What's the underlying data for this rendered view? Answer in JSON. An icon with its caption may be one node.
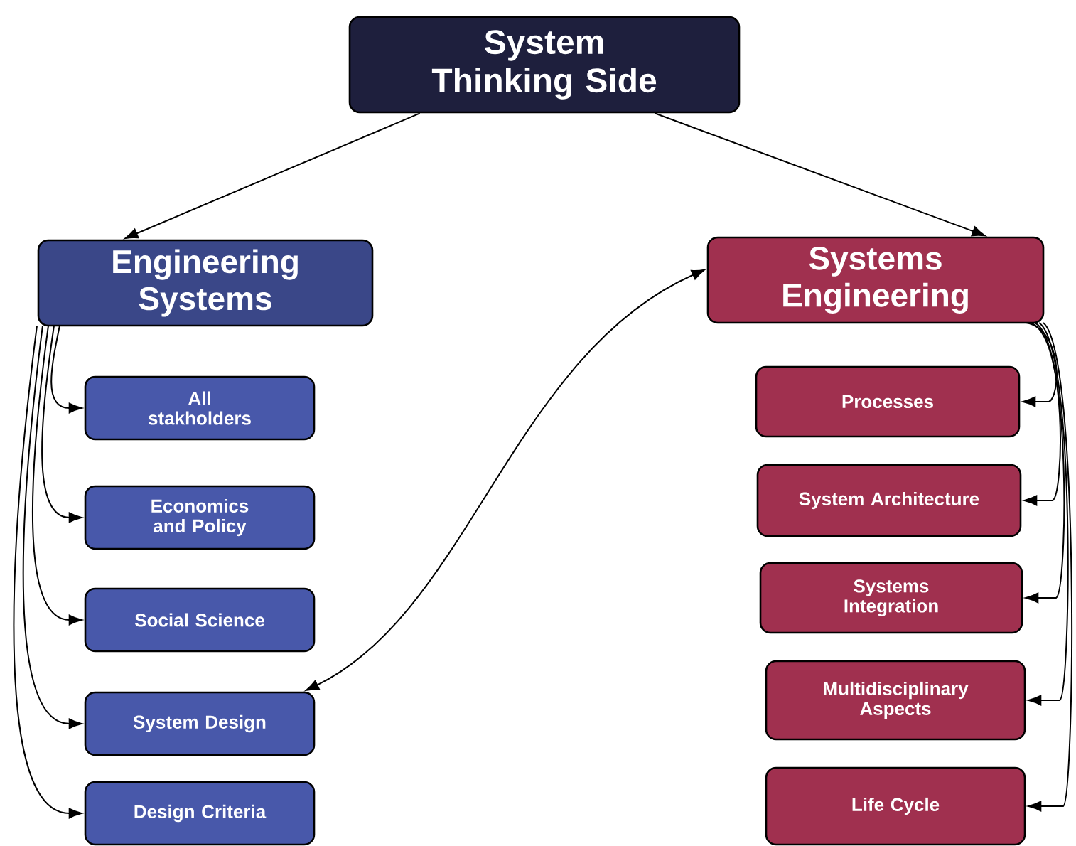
{
  "diagram": {
    "nodes": [
      {
        "text": [
          "System Thinking Side"
        ]
      },
      {
        "text": [
          "Engineering Systems"
        ]
      },
      {
        "text": [
          "Systems Engineering"
        ]
      },
      {
        "text": [
          "All stakholders"
        ]
      },
      {
        "text": [
          "Economics and Policy"
        ]
      },
      {
        "text": [
          "Social Science"
        ]
      },
      {
        "text": [
          "System Design"
        ]
      },
      {
        "text": [
          "Design Criteria"
        ]
      },
      {
        "text": [
          "Processes"
        ]
      },
      {
        "text": [
          "System Architecture"
        ]
      },
      {
        "text": [
          "Systems Integration"
        ]
      },
      {
        "text": [
          "Multidisciplinary Aspects"
        ]
      },
      {
        "text": [
          "Life Cycle"
        ]
      }
    ],
    "edges": [
      {
        "from": 0,
        "to": 1,
        "arrow": "to"
      },
      {
        "from": 0,
        "to": 2,
        "arrow": "to"
      },
      {
        "from": 1,
        "to": 3,
        "arrow": "to"
      },
      {
        "from": 1,
        "to": 4,
        "arrow": "to"
      },
      {
        "from": 1,
        "to": 5,
        "arrow": "to"
      },
      {
        "from": 1,
        "to": 6,
        "arrow": "to"
      },
      {
        "from": 1,
        "to": 7,
        "arrow": "to"
      },
      {
        "from": 6,
        "to": 2,
        "arrow": "both"
      },
      {
        "from": 2,
        "to": 8,
        "arrow": "to"
      },
      {
        "from": 2,
        "to": 9,
        "arrow": "to"
      },
      {
        "from": 2,
        "to": 10,
        "arrow": "to"
      },
      {
        "from": 2,
        "to": 11,
        "arrow": "to"
      },
      {
        "from": 2,
        "to": 12,
        "arrow": "to"
      }
    ]
  }
}
